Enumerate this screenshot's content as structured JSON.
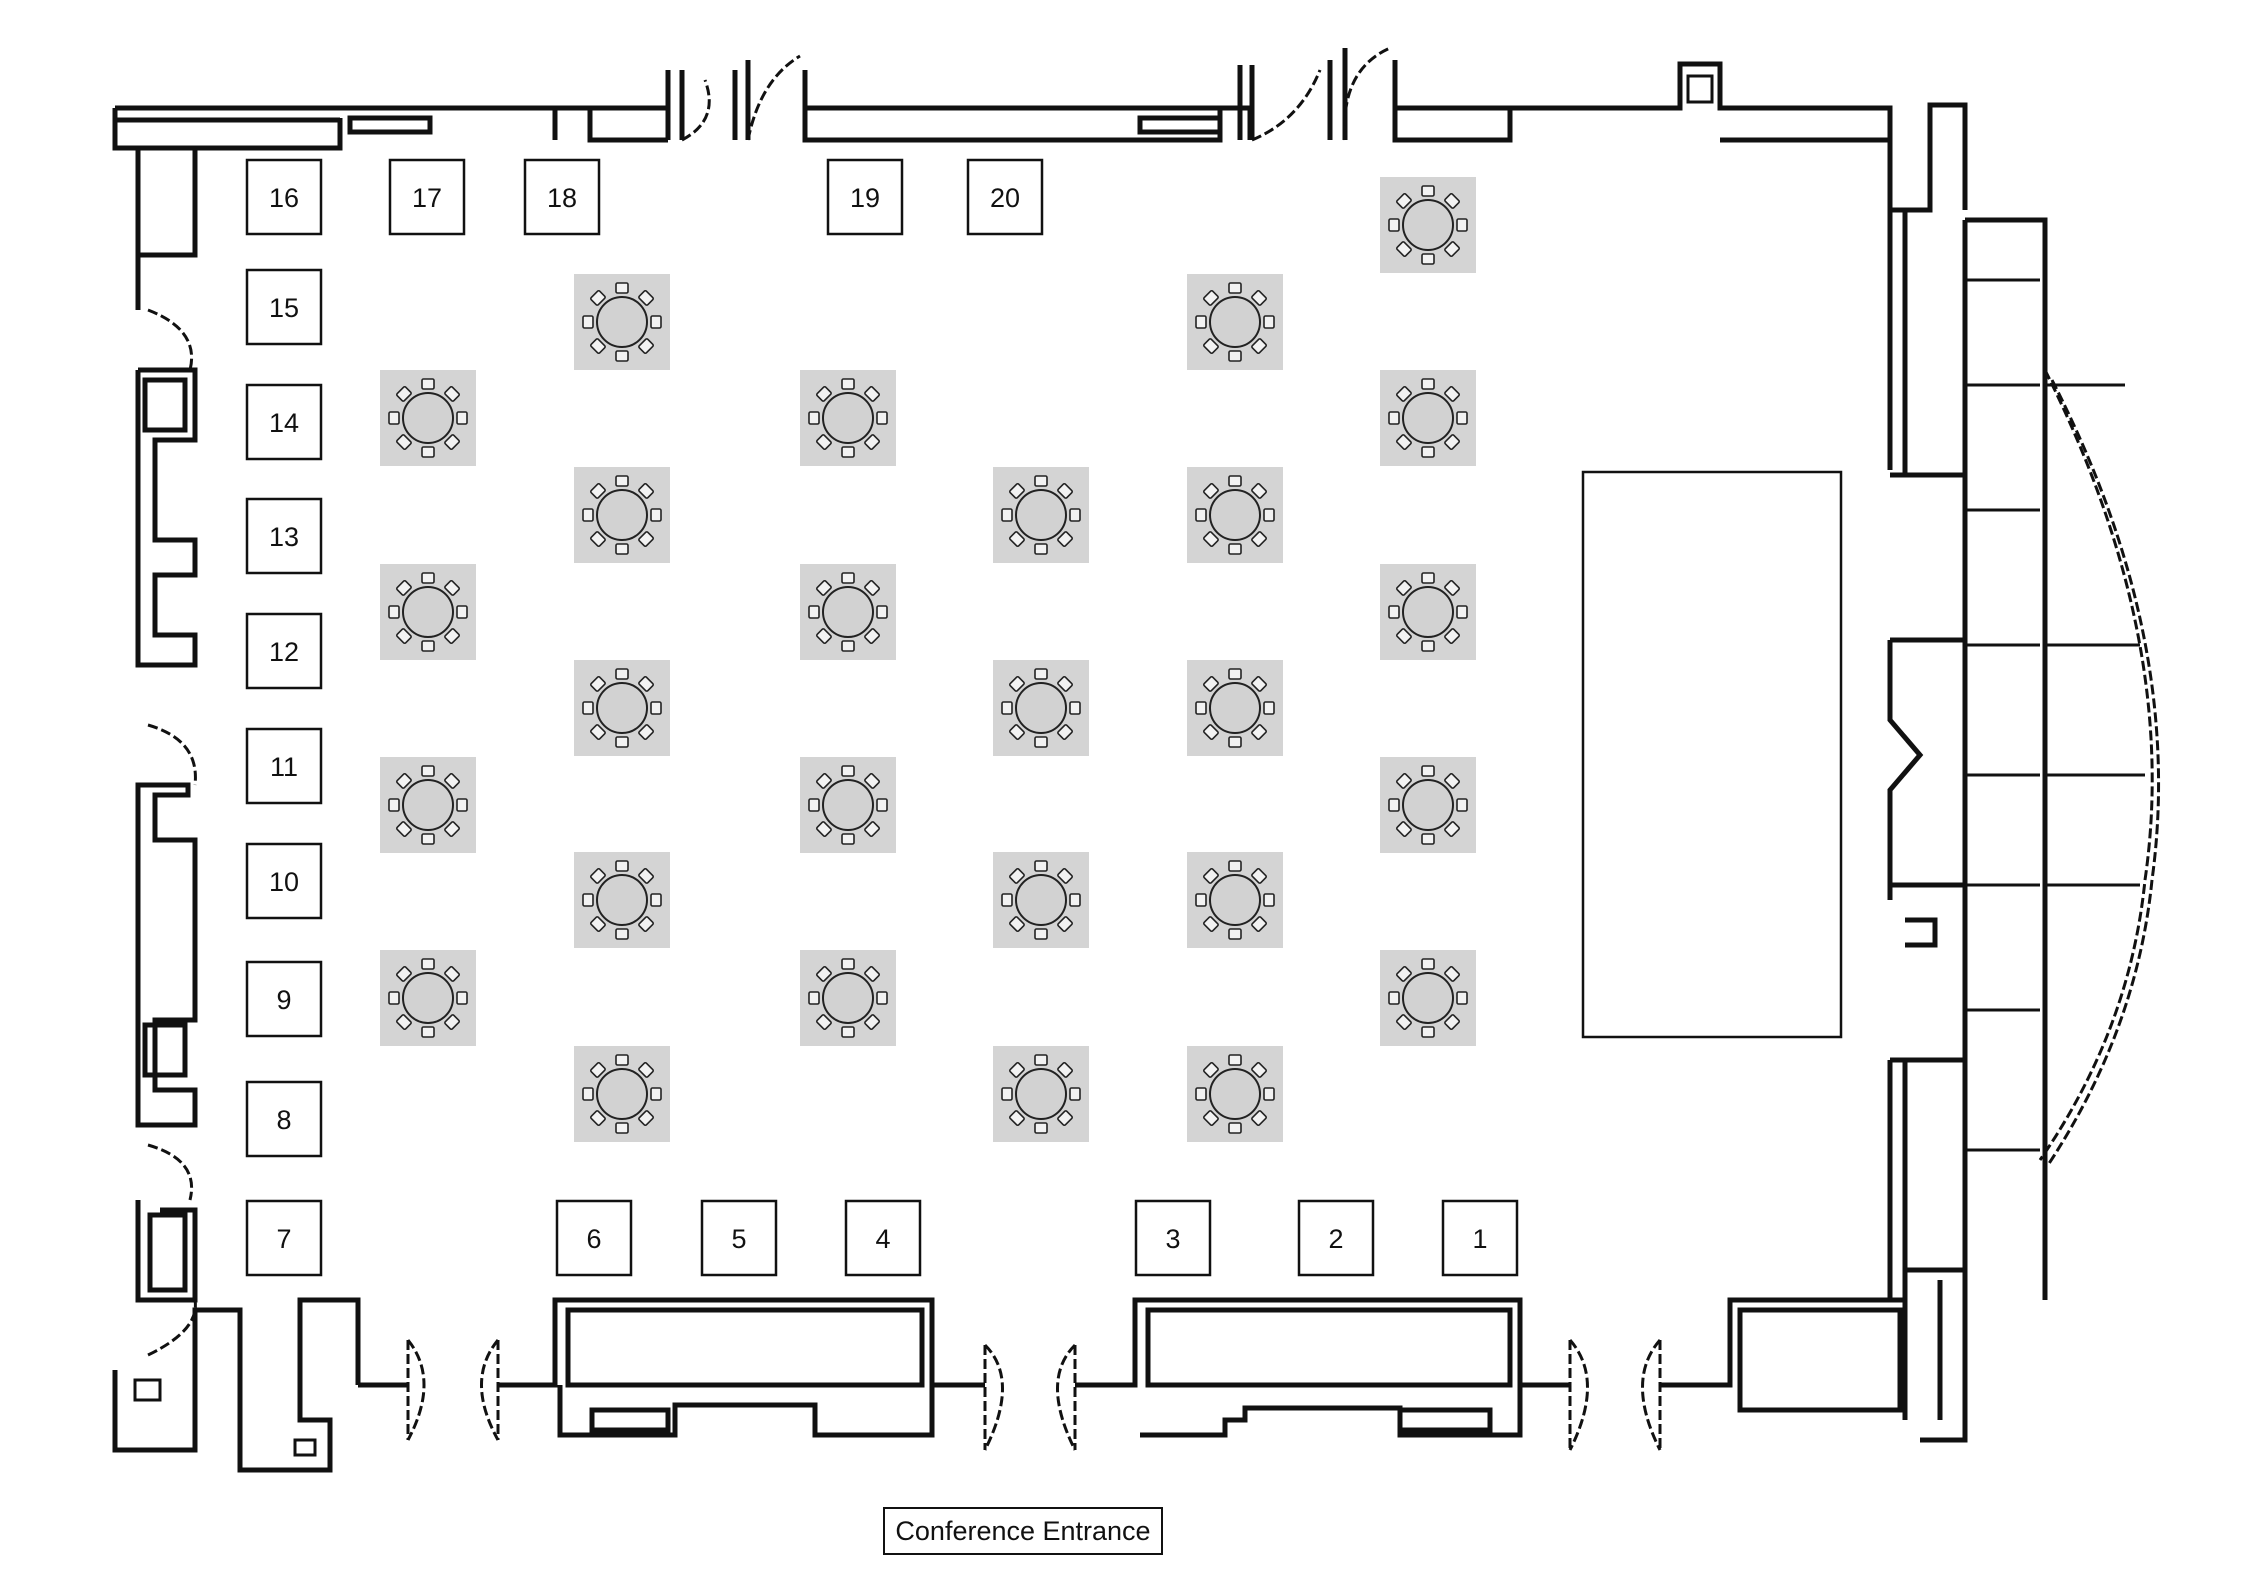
{
  "floor_plan": {
    "booths": [
      {
        "id": "1",
        "label": "1"
      },
      {
        "id": "2",
        "label": "2"
      },
      {
        "id": "3",
        "label": "3"
      },
      {
        "id": "4",
        "label": "4"
      },
      {
        "id": "5",
        "label": "5"
      },
      {
        "id": "6",
        "label": "6"
      },
      {
        "id": "7",
        "label": "7"
      },
      {
        "id": "8",
        "label": "8"
      },
      {
        "id": "9",
        "label": "9"
      },
      {
        "id": "10",
        "label": "10"
      },
      {
        "id": "11",
        "label": "11"
      },
      {
        "id": "12",
        "label": "12"
      },
      {
        "id": "13",
        "label": "13"
      },
      {
        "id": "14",
        "label": "14"
      },
      {
        "id": "15",
        "label": "15"
      },
      {
        "id": "16",
        "label": "16"
      },
      {
        "id": "17",
        "label": "17"
      },
      {
        "id": "18",
        "label": "18"
      },
      {
        "id": "19",
        "label": "19"
      },
      {
        "id": "20",
        "label": "20"
      }
    ],
    "round_tables_count": 27,
    "chairs_per_table": 8,
    "entrance_label": "Conference Entrance",
    "colors": {
      "wall": "#111111",
      "table_fill": "#d2d2d2",
      "table_background": "#d4d4d4",
      "background": "#ffffff"
    }
  }
}
